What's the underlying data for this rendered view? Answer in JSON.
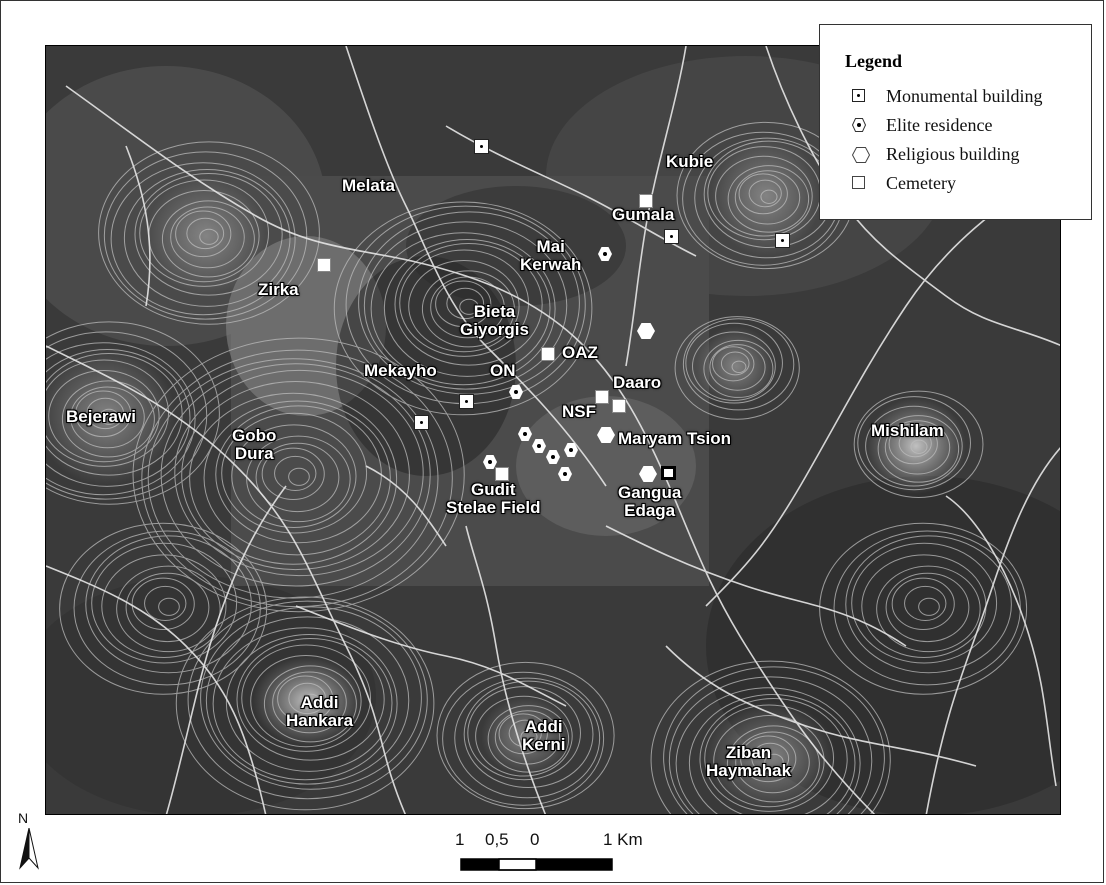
{
  "legend": {
    "title": "Legend",
    "items": [
      {
        "symbol": "monumental-building-symbol",
        "label": "Monumental building"
      },
      {
        "symbol": "elite-residence-symbol",
        "label": "Elite residence"
      },
      {
        "symbol": "religious-building-symbol",
        "label": "Religious building"
      },
      {
        "symbol": "cemetery-symbol",
        "label": "Cemetery"
      }
    ]
  },
  "places": {
    "melata": "Melata",
    "kubie": "Kubie",
    "gumala": "Gumala",
    "mai_kerwah": "Mai\nKerwah",
    "zirka": "Zirka",
    "bieta_giyorgis": "Bieta\nGiyorgis",
    "oaz": "OAZ",
    "mekayho": "Mekayho",
    "on": "ON",
    "daaro": "Daaro",
    "nsf": "NSF",
    "bejerawi": "Bejerawi",
    "gobo_dura": "Gobo\nDura",
    "maryam_tsion": "Maryam Tsion",
    "mishilam": "Mishilam",
    "gudit_stelae_field": "Gudit\nStelae Field",
    "gangua_edaga": "Gangua\nEdaga",
    "addi_hankara": "Addi\nHankara",
    "addi_kerni": "Addi\nKerni",
    "ziban_haymahak": "Ziban\nHaymahak"
  },
  "north_arrow": {
    "label": "N"
  },
  "scale": {
    "ticks": [
      "1",
      "0,5",
      "0",
      "1 Km"
    ]
  },
  "colors": {
    "map_background": "#3d3d3d",
    "contours": "#bdbdbd",
    "streams": "#e6e6e6",
    "labels": "#ffffff"
  }
}
